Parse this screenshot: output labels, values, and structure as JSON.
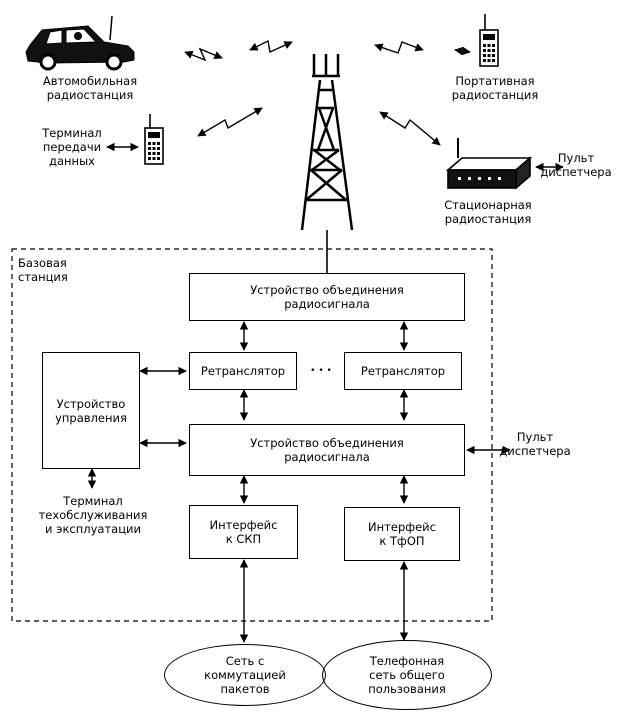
{
  "labels": {
    "car_station": "Автомобильная\nрадиостанция",
    "portable_station": "Портативная\nрадиостанция",
    "data_terminal": "Терминал\nпередачи\nданных",
    "stationary_station": "Стационарная\nрадиостанция",
    "dispatcher_top": "Пульт\nдиспетчера",
    "base_station": "Базовая\nстанция",
    "combiner_top": "Устройство объединения\nрадиосигнала",
    "repeater_1": "Ретранслятор",
    "ellipsis": "• • •",
    "repeater_2": "Ретранслятор",
    "control_unit": "Устройство\nуправления",
    "combiner_bottom": "Устройство объединения\nрадиосигнала",
    "dispatcher_bottom": "Пульт\nдиспетчера",
    "maintenance_terminal": "Терминал\nтехобслуживания\nи эксплуатации",
    "iface_packet": "Интерфейс\nк СКП",
    "iface_pstn": "Интерфейс\nк ТфОП",
    "packet_network": "Сеть с\nкоммутацией\nпакетов",
    "phone_network": "Телефонная\nсеть общего\nпользования"
  },
  "icons": [
    "car-icon",
    "antenna-tower-icon",
    "handheld-radio-icon",
    "radio-modem-icon"
  ]
}
